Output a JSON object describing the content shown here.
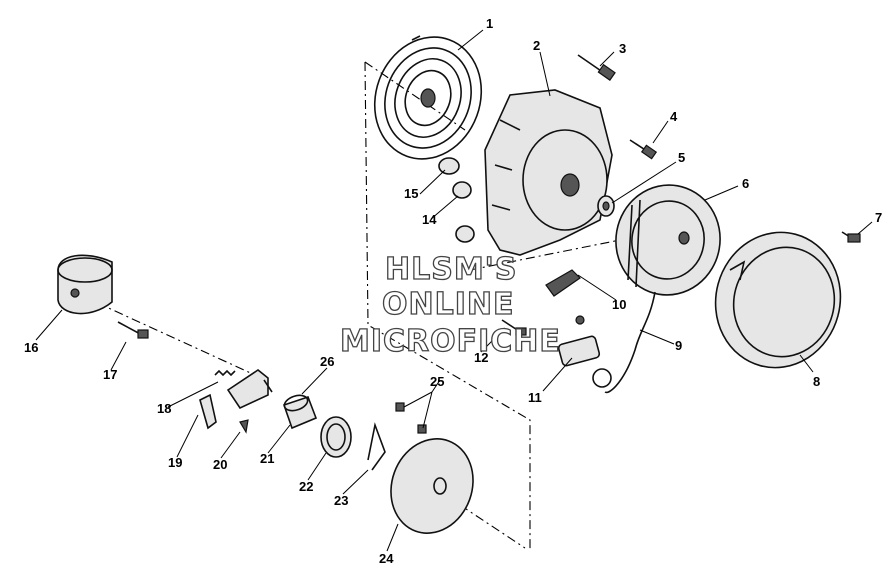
{
  "diagram": {
    "watermark": [
      "HLSM'S",
      "ONLINE",
      "MICROFICHE"
    ],
    "callouts": [
      "1",
      "2",
      "3",
      "4",
      "5",
      "6",
      "7",
      "8",
      "9",
      "10",
      "11",
      "12",
      "14",
      "15",
      "16",
      "17",
      "18",
      "19",
      "20",
      "21",
      "22",
      "23",
      "24",
      "25",
      "26"
    ]
  }
}
